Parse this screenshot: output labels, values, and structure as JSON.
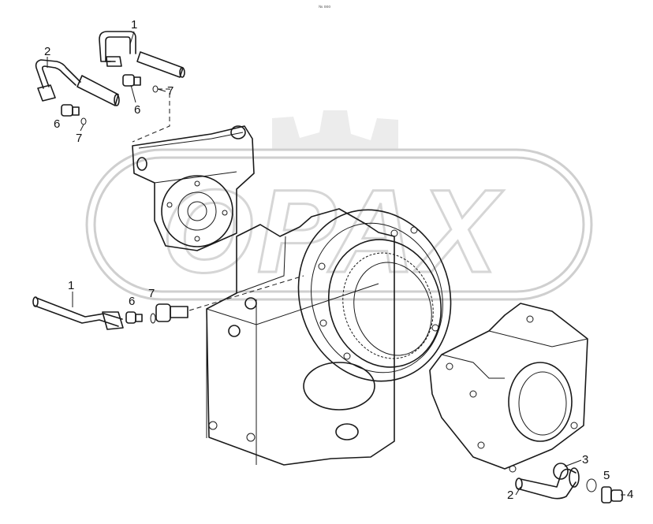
{
  "header_mark": "№ ooo",
  "watermark": "OPAX",
  "callouts": {
    "c1_top": "1",
    "c2_top": "2",
    "c6_top_right": "6",
    "c7_top_right": "7",
    "c6_top_left": "6",
    "c7_top_left": "7",
    "c1_mid": "1",
    "c6_mid": "6",
    "c7_mid": "7",
    "c3_bottom": "3",
    "c5_bottom": "5",
    "c2_bottom": "2",
    "c4_bottom": "4"
  }
}
